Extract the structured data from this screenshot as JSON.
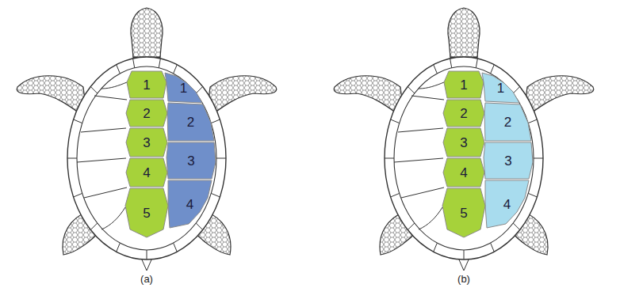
{
  "diagram": {
    "nodes": [
      {
        "text": [
          "1"
        ]
      },
      {
        "text": [
          "1"
        ]
      },
      {
        "text": [
          "2"
        ]
      },
      {
        "text": [
          "2"
        ]
      },
      {
        "text": [
          "3"
        ]
      },
      {
        "text": [
          "3"
        ]
      },
      {
        "text": [
          "4"
        ]
      },
      {
        "text": [
          "4"
        ]
      },
      {
        "text": [
          "5"
        ]
      },
      {
        "text": [
          "1"
        ]
      },
      {
        "text": [
          "1"
        ]
      },
      {
        "text": [
          "2"
        ]
      },
      {
        "text": [
          "2"
        ]
      },
      {
        "text": [
          "3"
        ]
      },
      {
        "text": [
          "3"
        ]
      },
      {
        "text": [
          "4"
        ]
      },
      {
        "text": [
          "4"
        ]
      },
      {
        "text": [
          "5"
        ]
      }
    ],
    "labels": [
      "(a)",
      "(b)"
    ]
  }
}
